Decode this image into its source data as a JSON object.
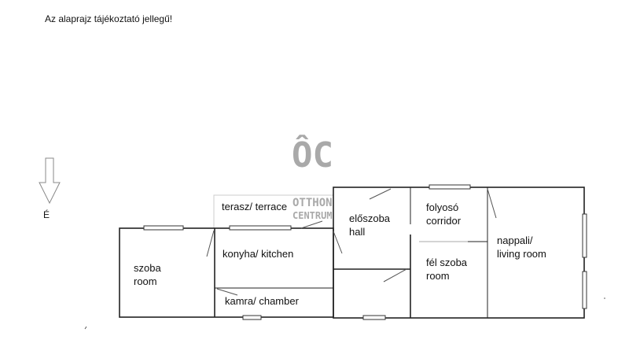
{
  "note": "Az alaprajz tájékoztató jellegű!",
  "north_label": "É",
  "watermark": {
    "mark": "ÔC",
    "line1": "OTTHON",
    "line2": "CENTRUM"
  },
  "rooms": {
    "szoba": [
      "szoba",
      "room"
    ],
    "terasz": "terasz/ terrace",
    "konyha": "konyha/ kitchen",
    "kamra": "kamra/ chamber",
    "eloszoba": [
      "előszoba",
      "hall"
    ],
    "folyoso": [
      "folyosó",
      "corridor"
    ],
    "felszoba": [
      "fél szoba",
      "room"
    ],
    "nappali": [
      "nappali/",
      "living room"
    ]
  }
}
